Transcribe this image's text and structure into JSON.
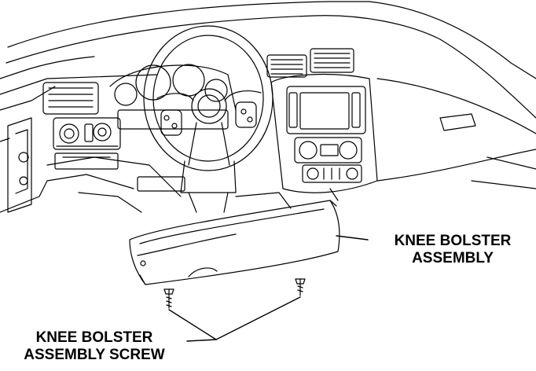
{
  "callouts": {
    "bolster_line1": "KNEE BOLSTER",
    "bolster_line2": "ASSEMBLY",
    "screw_line1": "KNEE BOLSTER",
    "screw_line2": "ASSEMBLY SCREW"
  },
  "colors": {
    "ink": "#000000",
    "paper": "#ffffff"
  }
}
